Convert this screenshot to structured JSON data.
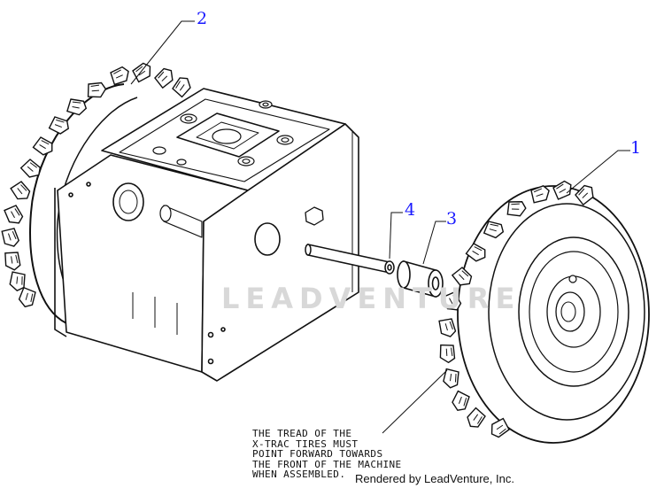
{
  "callouts": {
    "c1": "1",
    "c2": "2",
    "c3": "3",
    "c4": "4"
  },
  "note": "THE TREAD OF THE\nX-TRAC TIRES MUST\nPOINT FORWARD TOWARDS\nTHE FRONT OF THE MACHINE\nWHEN ASSEMBLED.",
  "credit": "Rendered by LeadVenture, Inc.",
  "watermark": "LEADVENTURE",
  "colors": {
    "callout": "#1a1aff",
    "ink": "#111111",
    "watermark": "#d8d8d8"
  }
}
